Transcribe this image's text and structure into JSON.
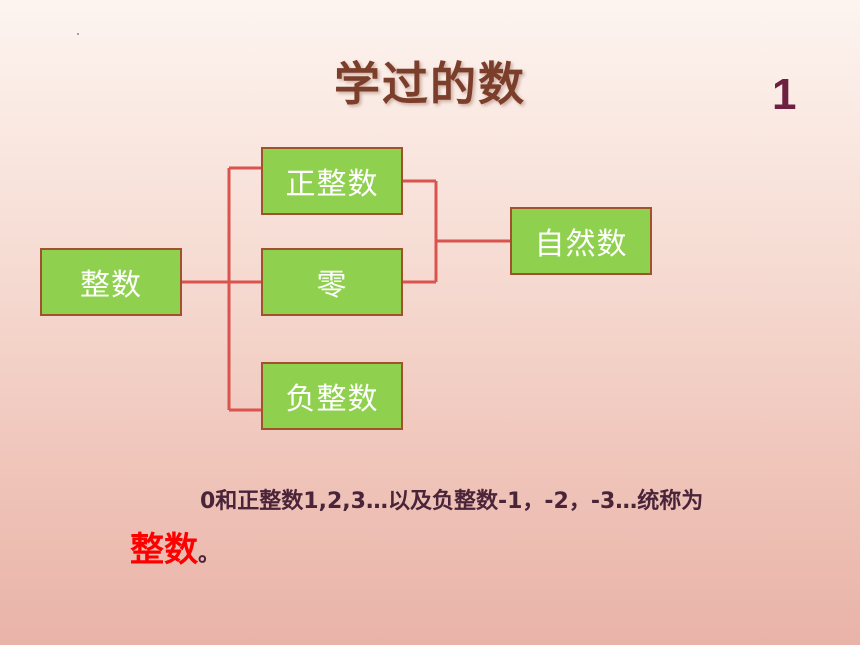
{
  "title": "学过的数",
  "page_number": "1",
  "nodes": {
    "integer": "整数",
    "positive_integer": "正整数",
    "zero": "零",
    "negative_integer": "负整数",
    "natural_number": "自然数"
  },
  "caption": {
    "text_before": "0和正整数1,2,3…以及负整数-1，-2，-3…统称为",
    "emphasis": "整数",
    "text_after": "。"
  },
  "colors": {
    "box_fill": "#8fd14f",
    "box_border": "#a0522d",
    "connector": "#d9534f",
    "emphasis": "#ff0000"
  }
}
